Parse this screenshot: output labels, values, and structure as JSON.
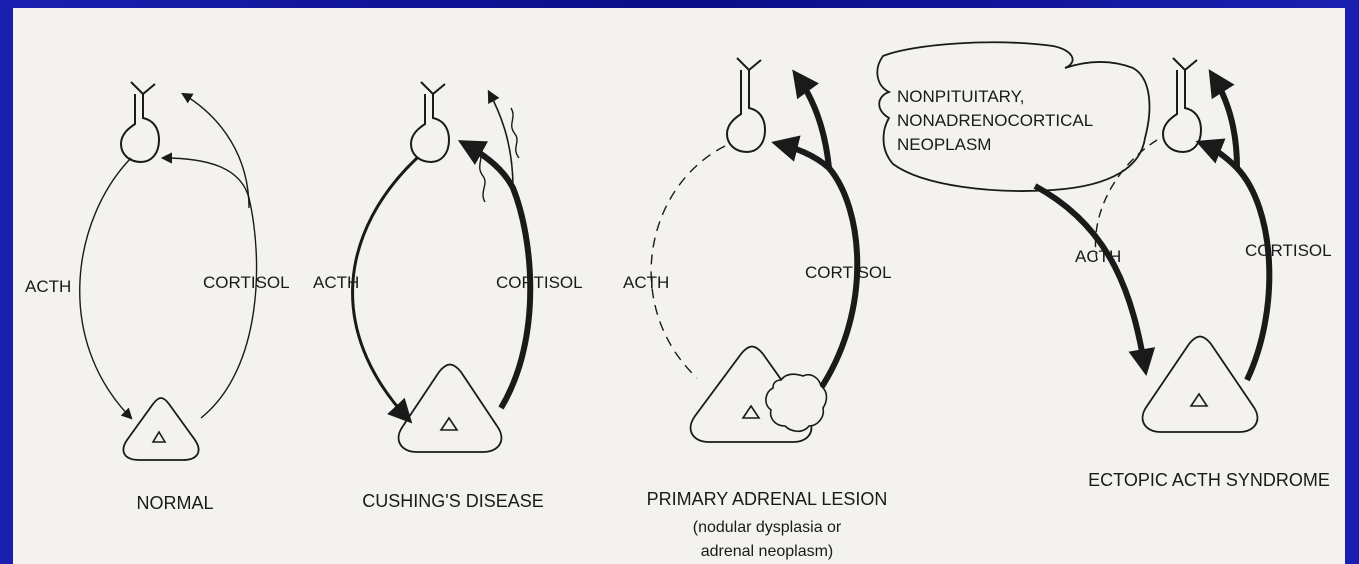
{
  "panels": [
    {
      "title": "NORMAL",
      "acth_label": "ACTH",
      "cortisol_label": "CORTISOL"
    },
    {
      "title": "CUSHING'S DISEASE",
      "acth_label": "ACTH",
      "cortisol_label": "CORTISOL"
    },
    {
      "title": "PRIMARY ADRENAL LESION",
      "subtitle_1": "(nodular dysplasia or",
      "subtitle_2": "adrenal neoplasm)",
      "acth_label": "ACTH",
      "cortisol_label": "CORTISOL"
    },
    {
      "title": "ECTOPIC ACTH SYNDROME",
      "acth_label": "ACTH",
      "cortisol_label": "CORTISOL",
      "tumor_1": "NONPITUITARY,",
      "tumor_2": "NONADRENOCORTICAL",
      "tumor_3": "NEOPLASM"
    }
  ],
  "colors": {
    "background": "#0b0d8f",
    "paper": "#f3f2ee",
    "ink": "#1a1a1a"
  }
}
